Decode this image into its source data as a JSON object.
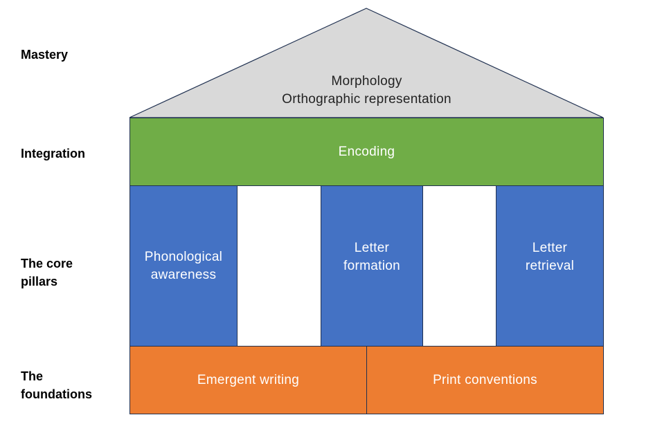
{
  "colors": {
    "roof": "#d9d9d9",
    "integration": "#70ad47",
    "pillar": "#4472c4",
    "foundation": "#ed7d31",
    "outline": "#1f3050"
  },
  "levels": {
    "mastery": "Mastery",
    "integration": "Integration",
    "core_pillars": "The core\npillars",
    "foundations": "The\nfoundations"
  },
  "roof": {
    "lines": [
      "Morphology",
      "Orthographic representation"
    ]
  },
  "integration": {
    "label": "Encoding"
  },
  "pillars": [
    {
      "label": "Phonological\nawareness"
    },
    {
      "label": "Letter\nformation"
    },
    {
      "label": "Letter\nretrieval"
    }
  ],
  "foundations": [
    {
      "label": "Emergent writing"
    },
    {
      "label": "Print conventions"
    }
  ]
}
